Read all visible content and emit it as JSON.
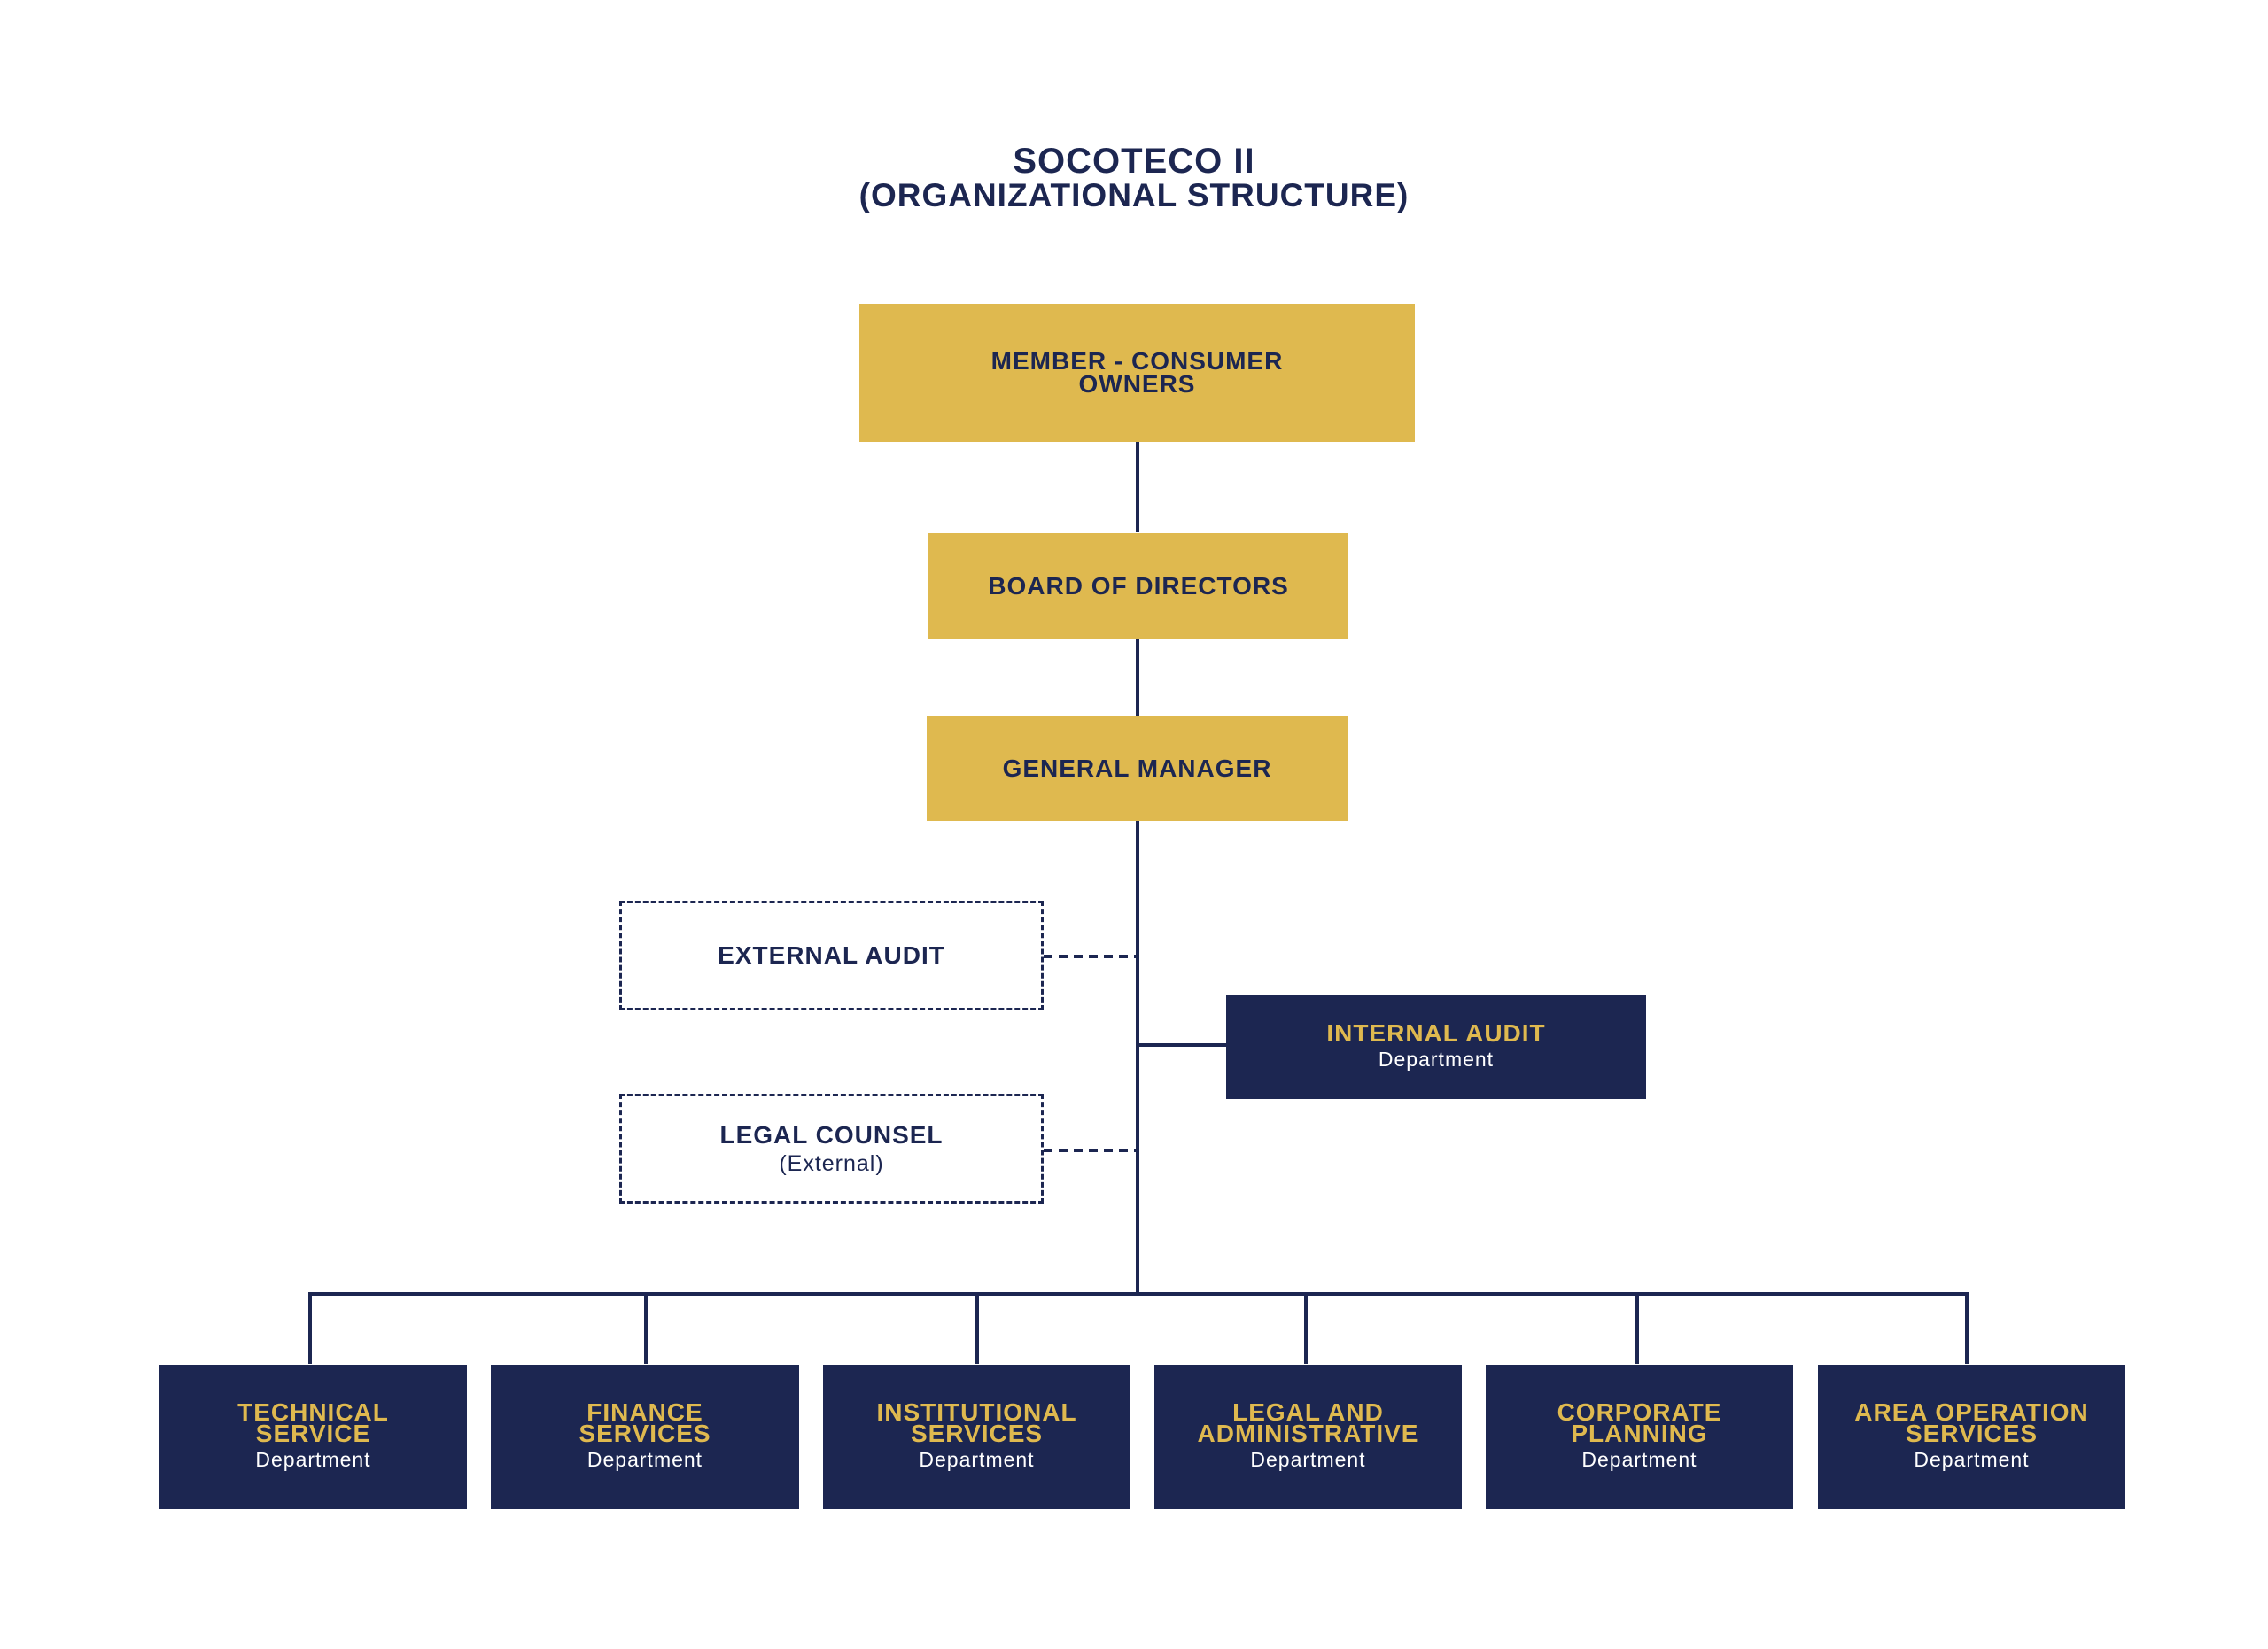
{
  "title": {
    "line1": "SOCOTECO II",
    "line2": "(ORGANIZATIONAL STRUCTURE)"
  },
  "colors": {
    "gold": "#dfb94f",
    "navy": "#1c2651",
    "white": "#ffffff"
  },
  "nodes": {
    "member_consumer": "MEMBER - CONSUMER\nOWNERS",
    "board": "BOARD OF DIRECTORS",
    "general_manager": "GENERAL MANAGER",
    "external_audit": "EXTERNAL AUDIT",
    "legal_counsel": {
      "name": "LEGAL COUNSEL",
      "sub": "(External)"
    },
    "internal_audit": {
      "name": "INTERNAL AUDIT",
      "sub": "Department"
    }
  },
  "departments": [
    {
      "name": "TECHNICAL\nSERVICE",
      "sub": "Department"
    },
    {
      "name": "FINANCE\nSERVICES",
      "sub": "Department"
    },
    {
      "name": "INSTITUTIONAL\nSERVICES",
      "sub": "Department"
    },
    {
      "name": "LEGAL AND\nADMINISTRATIVE",
      "sub": "Department"
    },
    {
      "name": "CORPORATE\nPLANNING",
      "sub": "Department"
    },
    {
      "name": "AREA OPERATION\nSERVICES",
      "sub": "Department"
    }
  ]
}
